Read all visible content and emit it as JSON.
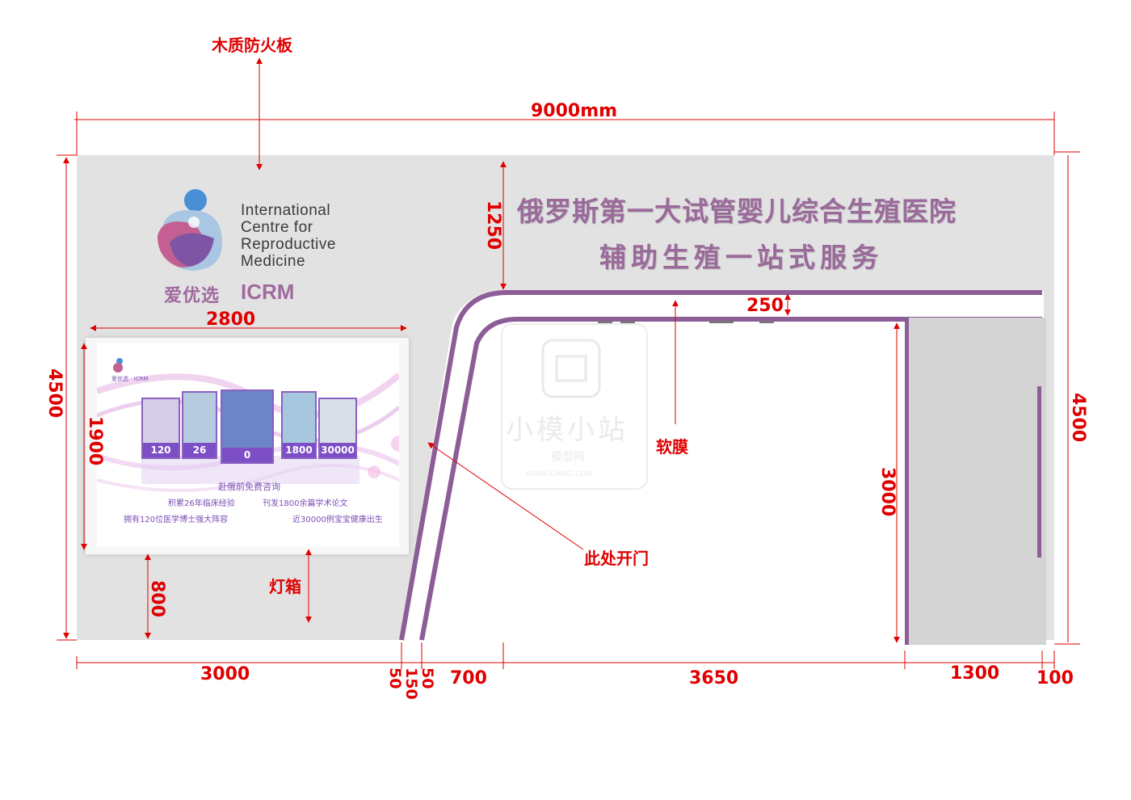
{
  "labels": {
    "fireboard": "木质防火板",
    "width_total": "9000mm",
    "height_left": "4500",
    "height_right": "4500",
    "d1250": "1250",
    "d250": "250",
    "lightbox_width": "2800",
    "lightbox_height": "1900",
    "bottom_800": "800",
    "soft_film": "软膜",
    "door_here": "此处开门",
    "lightbox_label": "灯箱",
    "d3000_v": "3000",
    "b3000": "3000",
    "b50a": "50",
    "b150": "150",
    "b50b": "50",
    "b700": "700",
    "b3650": "3650",
    "b1300": "1300",
    "b100": "100"
  },
  "logo": {
    "en_lines": [
      "International",
      "Centre for",
      "Reproductive",
      "Medicine"
    ],
    "cn": "爱优选",
    "abbr": "ICRM"
  },
  "title": {
    "line1": "俄罗斯第一大试管婴儿综合生殖医院",
    "line2": "辅助生殖一站式服务"
  },
  "screen": {
    "logo_small": "爱优选 · ICRM",
    "numbers": [
      "120",
      "26",
      "0",
      "1800",
      "30000"
    ],
    "line1": "赴俄前免费咨询",
    "line2a": "积累26年临床经验",
    "line2b": "刊发1800余篇学术论文",
    "line3a": "拥有120位医学博士强大阵容",
    "line3b": "近30000例宝宝健康出生"
  },
  "watermark": {
    "text1": "小模小站",
    "text2": "模型网",
    "text3": "WWW.X-MMZ.COM"
  },
  "colors": {
    "dimension": "#e00000",
    "wall": "#e2e2e2",
    "purple_stripe": "#8d5d97",
    "title": "#9a6a9a"
  }
}
